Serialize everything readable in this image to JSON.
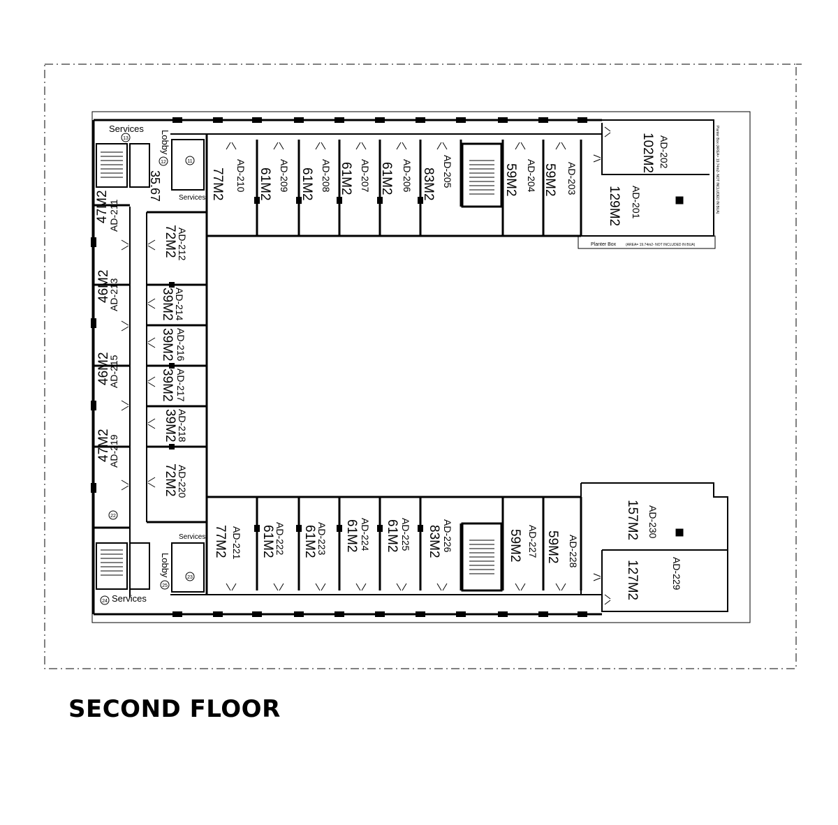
{
  "title": "SECOND FLOOR",
  "units": [
    {
      "id": "AD-210",
      "area": "77M2"
    },
    {
      "id": "AD-209",
      "area": "61M2"
    },
    {
      "id": "AD-208",
      "area": "61M2"
    },
    {
      "id": "AD-207",
      "area": "61M2"
    },
    {
      "id": "AD-206",
      "area": "61M2"
    },
    {
      "id": "AD-205",
      "area": "83M2"
    },
    {
      "id": "AD-204",
      "area": "59M2"
    },
    {
      "id": "AD-203",
      "area": "59M2"
    },
    {
      "id": "AD-202",
      "area": "102M2"
    },
    {
      "id": "AD-201",
      "area": "129M2"
    },
    {
      "id": "AD-211",
      "area": "47M2"
    },
    {
      "id": "AD-212",
      "area": "72M2"
    },
    {
      "id": "AD-213",
      "area": "46M2"
    },
    {
      "id": "AD-214",
      "area": "39M2"
    },
    {
      "id": "AD-216",
      "area": "39M2"
    },
    {
      "id": "AD-217",
      "area": "39M2"
    },
    {
      "id": "AD-215",
      "area": "46M2"
    },
    {
      "id": "AD-218",
      "area": "39M2"
    },
    {
      "id": "AD-219",
      "area": "47M2"
    },
    {
      "id": "AD-220",
      "area": "72M2"
    },
    {
      "id": "AD-221",
      "area": "77M2"
    },
    {
      "id": "AD-222",
      "area": "61M2"
    },
    {
      "id": "AD-223",
      "area": "61M2"
    },
    {
      "id": "AD-224",
      "area": "61M2"
    },
    {
      "id": "AD-225",
      "area": "61M2"
    },
    {
      "id": "AD-226",
      "area": "83M2"
    },
    {
      "id": "AD-227",
      "area": "59M2"
    },
    {
      "id": "AD-228",
      "area": "59M2"
    },
    {
      "id": "AD-230",
      "area": "157M2"
    },
    {
      "id": "AD-229",
      "area": "127M2"
    }
  ],
  "labels": {
    "services_top": "Services",
    "lobby_top": "Lobby",
    "lobby_top_number": "35.67",
    "services_top_small": "Services",
    "services_bottom_small": "Services",
    "lobby_bottom": "Lobby",
    "services_bottom": "Services",
    "planter_box": "Planter Box",
    "planter_box_note": "(AREA= 19.74m2- NOT INCLUDED IN BUA)",
    "planter_box_side": "Planter Box (AREA= 19.74m2- NOT INCLUDED IN BUA)"
  },
  "markers": [
    "13",
    "12",
    "11",
    "22",
    "23",
    "24",
    "25"
  ]
}
